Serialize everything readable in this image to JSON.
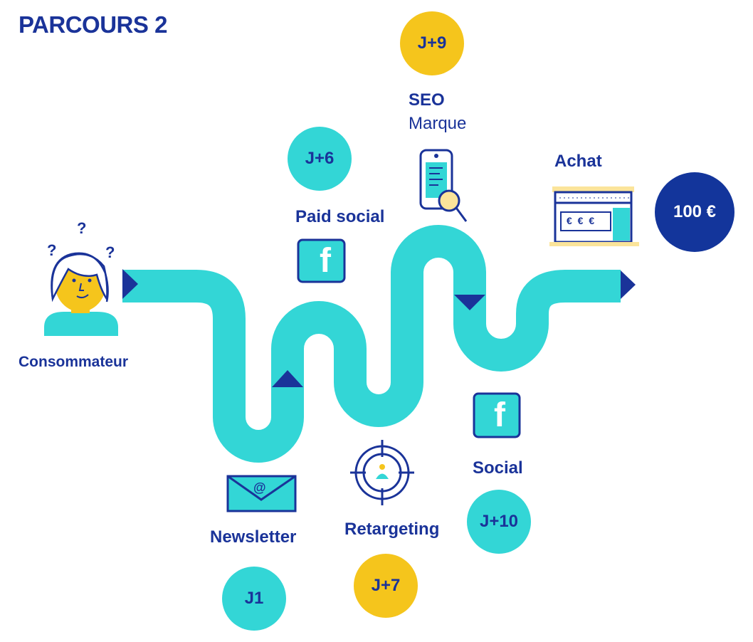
{
  "title": "PARCOURS 2",
  "consumer": {
    "label": "Consommateur",
    "question_mark": "?"
  },
  "steps": {
    "newsletter": {
      "label": "Newsletter",
      "day": "J1",
      "icon": "email-envelope-icon"
    },
    "paid_social": {
      "label": "Paid social",
      "day": "J+6",
      "icon": "facebook-icon"
    },
    "retargeting": {
      "label": "Retargeting",
      "day": "J+7",
      "icon": "target-icon"
    },
    "seo": {
      "label_line1": "SEO",
      "label_line2": "Marque",
      "day": "J+9",
      "icon": "phone-search-icon"
    },
    "social": {
      "label": "Social",
      "day": "J+10",
      "icon": "facebook-icon"
    },
    "achat": {
      "label": "Achat",
      "amount": "100 €",
      "icon": "shop-icon",
      "sign_text": "€ € €"
    },
    "email_glyph": "@",
    "facebook_glyph": "f"
  },
  "colors": {
    "navy": "#1a3399",
    "teal": "#33d6d6",
    "yellow": "#f5c51c",
    "dark_navy": "#13359b",
    "pale_yellow": "#fbe49a"
  }
}
